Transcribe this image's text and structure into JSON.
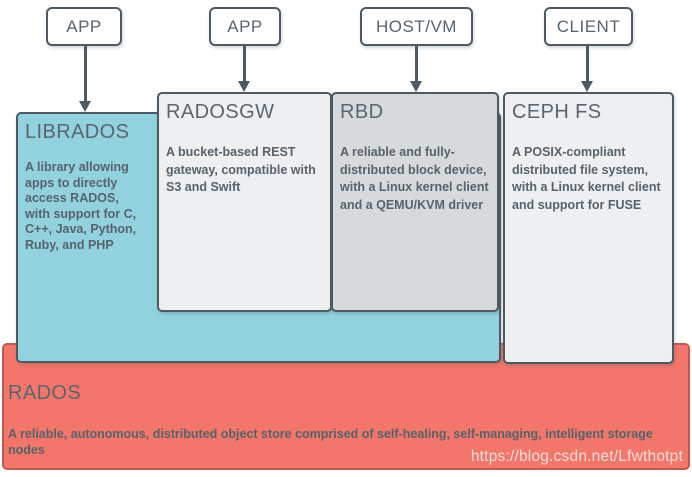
{
  "palette": {
    "librados_blue": "#92d2df",
    "gateway_light_gray": "#edeff0",
    "rbd_mid_gray": "#d7dadb",
    "rados_red": "#f2766a",
    "outline_slate": "#4e5a63",
    "text_slate": "#57626b"
  },
  "top_nodes": [
    {
      "label": "APP"
    },
    {
      "label": "APP"
    },
    {
      "label": "HOST/VM"
    },
    {
      "label": "CLIENT"
    }
  ],
  "components": {
    "librados": {
      "title": "LIBRADOS",
      "description": "A library allowing apps to directly access RADOS, with support for C, C++, Java, Python, Ruby, and PHP"
    },
    "radosgw": {
      "title": "RADOSGW",
      "description": "A bucket-based REST gateway, compatible with S3 and Swift"
    },
    "rbd": {
      "title": "RBD",
      "description": "A reliable and fully-distributed block device, with a Linux kernel client and a QEMU/KVM driver"
    },
    "cephfs": {
      "title": "CEPH FS",
      "description": "A POSIX-compliant distributed file system, with a Linux kernel client and support for FUSE"
    },
    "rados": {
      "title": "RADOS",
      "description": "A reliable, autonomous, distributed object store comprised of self-healing, self-managing, intelligent storage nodes"
    }
  },
  "watermark": "https://blog.csdn.net/Lfwthotpt"
}
